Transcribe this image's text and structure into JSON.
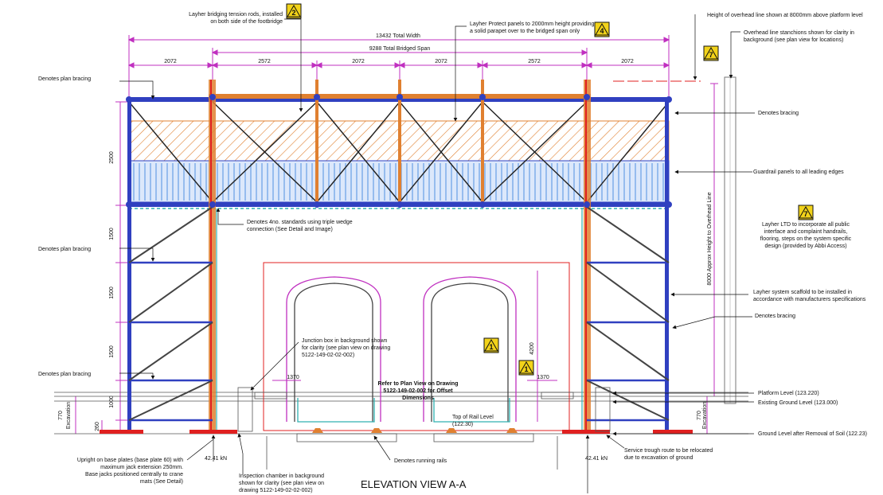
{
  "title": "ELEVATION VIEW A-A",
  "dimensions": {
    "total_width": "13432 Total Width",
    "bridged_span": "9288 Total Bridged Span",
    "bays": [
      "2072",
      "2572",
      "2072",
      "2072",
      "2572",
      "2072"
    ],
    "left_heights": [
      "2500",
      "1500",
      "1500",
      "1500",
      "1000"
    ],
    "left_excavation": [
      "770",
      "Excavation",
      "260"
    ],
    "right_excavation": [
      "770",
      "Excavation"
    ],
    "clearance_height": "4200",
    "left_rail_offset": "1370",
    "right_rail_offset": "1370",
    "overhead_height": "8000 Approx Height to Overhead Line"
  },
  "callouts": {
    "tension_rods": [
      "Layher bridging tension rods, installed",
      "on both side of the footbridge"
    ],
    "protect_panels": [
      "Layher Protect panels to 2000mm height providing",
      "a solid parapet over to the bridged span only"
    ],
    "overhead_line": "Height of overhead line shown at 8000mm above platform level",
    "stanchions": [
      "Overhead line stanchions shown for clarity in",
      "background (see plan view for locations)"
    ],
    "plan_bracing_1": "Denotes plan bracing",
    "plan_bracing_2": "Denotes plan bracing",
    "plan_bracing_3": "Denotes plan bracing",
    "bracing_1": "Denotes bracing",
    "bracing_2": "Denotes bracing",
    "guardrail": "Guardrail panels to all leading edges",
    "standards": [
      "Denotes 4no. standards using triple wedge",
      "connection (See Detail and Image)"
    ],
    "layher_ltd": [
      "Layher LTD to incorporate all public",
      "interface and complaint handrails,",
      "flooring, steps on the system specific",
      "design (provided by Abbi Access)"
    ],
    "system_scaffold": [
      "Layher system scaffold to be installed in",
      "accordance with manufacturers specifications"
    ],
    "junction_box": [
      "Junction box in background shown",
      "for clarity (see plan view on drawing",
      "5122-149-02-02-002)"
    ],
    "refer_plan": [
      "Refer to Plan View on Drawing",
      "5122-149-02-002 for Offset",
      "Dimensions"
    ],
    "top_of_rail": [
      "Top of Rail Level",
      "(122.30)"
    ],
    "platform_level": "Platform Level (123.220)",
    "existing_ground": "Existing Ground Level (123.000)",
    "ground_after": "Ground Level after Removal of Soil (122.23)",
    "upright": [
      "Upright on base plates (base plate 60) with",
      "maximum jack extension 250mm.",
      "Base jacks positioned centrally to crane",
      "mats (See Detail)"
    ],
    "load_left": "42.41 kN",
    "load_right": "42.41 kN",
    "inspection": [
      "Inspection chamber in background",
      "shown for clarity (see plan view on",
      "drawing 5122-149-02-02-002)"
    ],
    "running_rails": "Denotes running rails",
    "service_trough": [
      "Service trough route to be relocated",
      "due to excavation of ground"
    ]
  },
  "hazard_markers": [
    "2",
    "4",
    "7",
    "7",
    "1",
    "1"
  ],
  "colors": {
    "dim": "#c030c0",
    "steel": "#3040c0",
    "orange": "#e08030",
    "red": "#e02020",
    "dark": "#333333",
    "hazard": "#f2d31a",
    "guard": "#5090e0",
    "teal": "#30b0b0"
  }
}
